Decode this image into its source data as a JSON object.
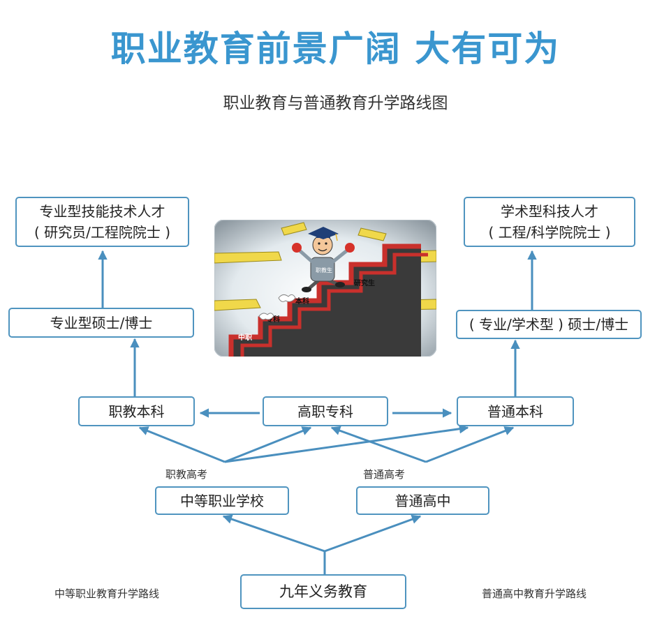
{
  "title": "职业教育前景广阔  大有可为",
  "subtitle": "职业教育与普通教育升学路线图",
  "colors": {
    "accent": "#3a96cf",
    "line": "#4f94bf",
    "arrow": "#4a8fbe"
  },
  "nodes": {
    "vocational_talent": {
      "line1": "专业型技能技术人才",
      "line2": "( 研究员/工程院院士 )"
    },
    "academic_talent": {
      "line1": "学术型科技人才",
      "line2": "( 工程/科学院院士 )"
    },
    "professional_master": "专业型硕士/博士",
    "academic_master": "( 专业/学术型 ) 硕士/博士",
    "vocational_bachelor": "职教本科",
    "higher_vocational_college": "高职专科",
    "general_bachelor": "普通本科",
    "secondary_vocational_school": "中等职业学校",
    "general_high_school": "普通高中",
    "compulsory_education": "九年义务教育"
  },
  "labels": {
    "vocational_exam": "职教高考",
    "general_exam": "普通高考",
    "vocational_route": "中等职业教育升学路线",
    "general_route": "普通高中教育升学路线"
  },
  "illustration": {
    "icons": [
      "graduate-climber-icon",
      "staircase-icon"
    ],
    "steps": [
      "中职",
      "专科",
      "本科",
      "研究生"
    ],
    "badge": "职教生"
  }
}
